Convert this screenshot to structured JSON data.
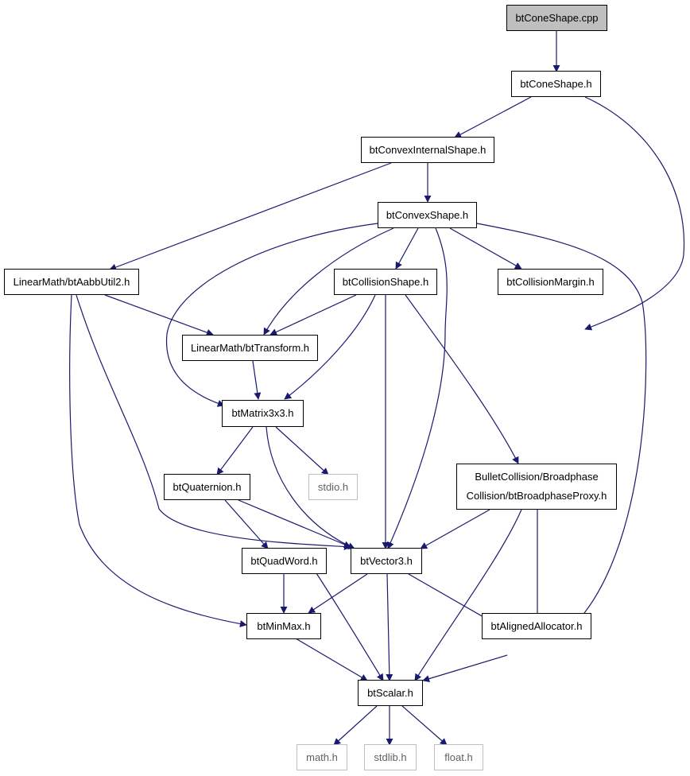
{
  "nodes": {
    "btConeShape_cpp": "btConeShape.cpp",
    "btConeShape_h": "btConeShape.h",
    "btConvexInternalShape_h": "btConvexInternalShape.h",
    "btConvexShape_h": "btConvexShape.h",
    "btAabbUtil2_h": "LinearMath/btAabbUtil2.h",
    "btCollisionShape_h": "btCollisionShape.h",
    "btCollisionMargin_h": "btCollisionMargin.h",
    "btTransform_h": "LinearMath/btTransform.h",
    "btMatrix3x3_h": "btMatrix3x3.h",
    "btQuaternion_h": "btQuaternion.h",
    "stdio_h": "stdio.h",
    "btBroadphaseProxy_h_line1": "BulletCollision/Broadphase",
    "btBroadphaseProxy_h_line2": "Collision/btBroadphaseProxy.h",
    "btQuadWord_h": "btQuadWord.h",
    "btVector3_h": "btVector3.h",
    "btMinMax_h": "btMinMax.h",
    "btAlignedAllocator_h": "btAlignedAllocator.h",
    "btScalar_h": "btScalar.h",
    "math_h": "math.h",
    "stdlib_h": "stdlib.h",
    "float_h": "float.h"
  },
  "colors": {
    "edge": "#191970",
    "root_fill": "#bfbfbf",
    "node_border": "#000000",
    "external_border": "#bfbfbf"
  }
}
